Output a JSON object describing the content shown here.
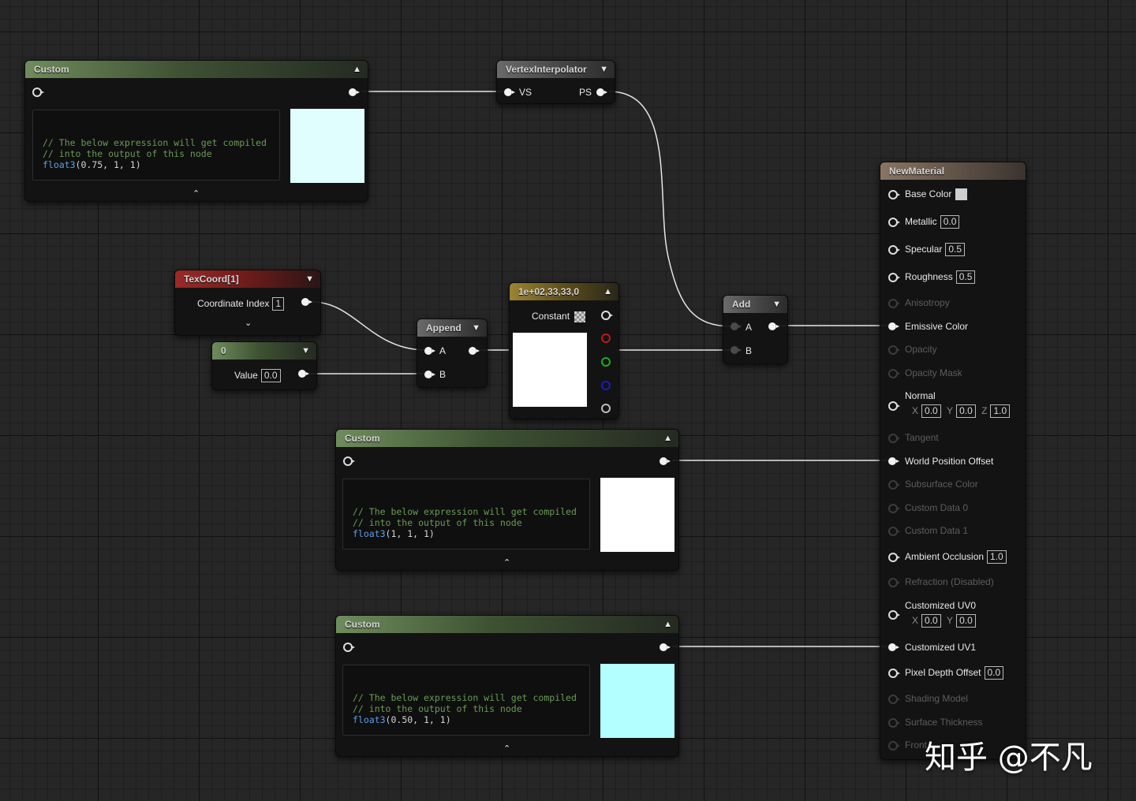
{
  "custom_top": {
    "title": "Custom",
    "code_comment_1": "// The below expression will get compiled",
    "code_comment_2": "// into the output of this node",
    "code_fn": "float3",
    "code_args": "(0.75, 1, 1)",
    "preview_color": "#e0fefe"
  },
  "vertex_interpolator": {
    "title": "VertexInterpolator",
    "in_label": "VS",
    "out_label": "PS"
  },
  "texcoord": {
    "title": "TexCoord[1]",
    "label": "Coordinate Index",
    "value": "1"
  },
  "scalar_param": {
    "title": "0",
    "label": "Value",
    "value": "0.0"
  },
  "append": {
    "title": "Append",
    "a_label": "A",
    "b_label": "B"
  },
  "constant4": {
    "title": "1e+02,33,33,0",
    "label": "Constant",
    "preview_color": "#ffffff"
  },
  "add": {
    "title": "Add",
    "a_label": "A",
    "b_label": "B"
  },
  "custom_mid": {
    "title": "Custom",
    "code_comment_1": "// The below expression will get compiled",
    "code_comment_2": "// into the output of this node",
    "code_fn": "float3",
    "code_args": "(1, 1, 1)",
    "preview_color": "#ffffff"
  },
  "custom_bot": {
    "title": "Custom",
    "code_comment_1": "// The below expression will get compiled",
    "code_comment_2": "// into the output of this node",
    "code_fn": "float3",
    "code_args": "(0.50, 1, 1)",
    "preview_color": "#b3fefe"
  },
  "material": {
    "title": "NewMaterial",
    "base_color": "Base Color",
    "metallic": "Metallic",
    "metallic_value": "0.0",
    "specular": "Specular",
    "specular_value": "0.5",
    "roughness": "Roughness",
    "roughness_value": "0.5",
    "anisotropy": "Anisotropy",
    "emissive": "Emissive Color",
    "opacity": "Opacity",
    "opacity_mask": "Opacity Mask",
    "normal": "Normal",
    "normal_x": "0.0",
    "normal_y": "0.0",
    "normal_z": "1.0",
    "axis_x": "X",
    "axis_y": "Y",
    "axis_z": "Z",
    "tangent": "Tangent",
    "wpo": "World Position Offset",
    "subsurface": "Subsurface Color",
    "custom0": "Custom Data 0",
    "custom1": "Custom Data 1",
    "ao": "Ambient Occlusion",
    "ao_value": "1.0",
    "refraction": "Refraction (Disabled)",
    "cuv0": "Customized UV0",
    "cuv0_x": "0.0",
    "cuv0_y": "0.0",
    "cuv1": "Customized UV1",
    "pdo": "Pixel Depth Offset",
    "pdo_value": "0.0",
    "shading_model": "Shading Model",
    "surface_thickness": "Surface Thickness",
    "front": "Front"
  },
  "watermark": "知乎 @不凡",
  "colors": {
    "wire": "#e6e6e6",
    "header_custom": "#6f8c5c",
    "header_texcoord": "#9a2a28",
    "header_constant": "#9c8432",
    "pin_red": "#c01818",
    "pin_green": "#18b018",
    "pin_blue": "#1a1ac8"
  }
}
